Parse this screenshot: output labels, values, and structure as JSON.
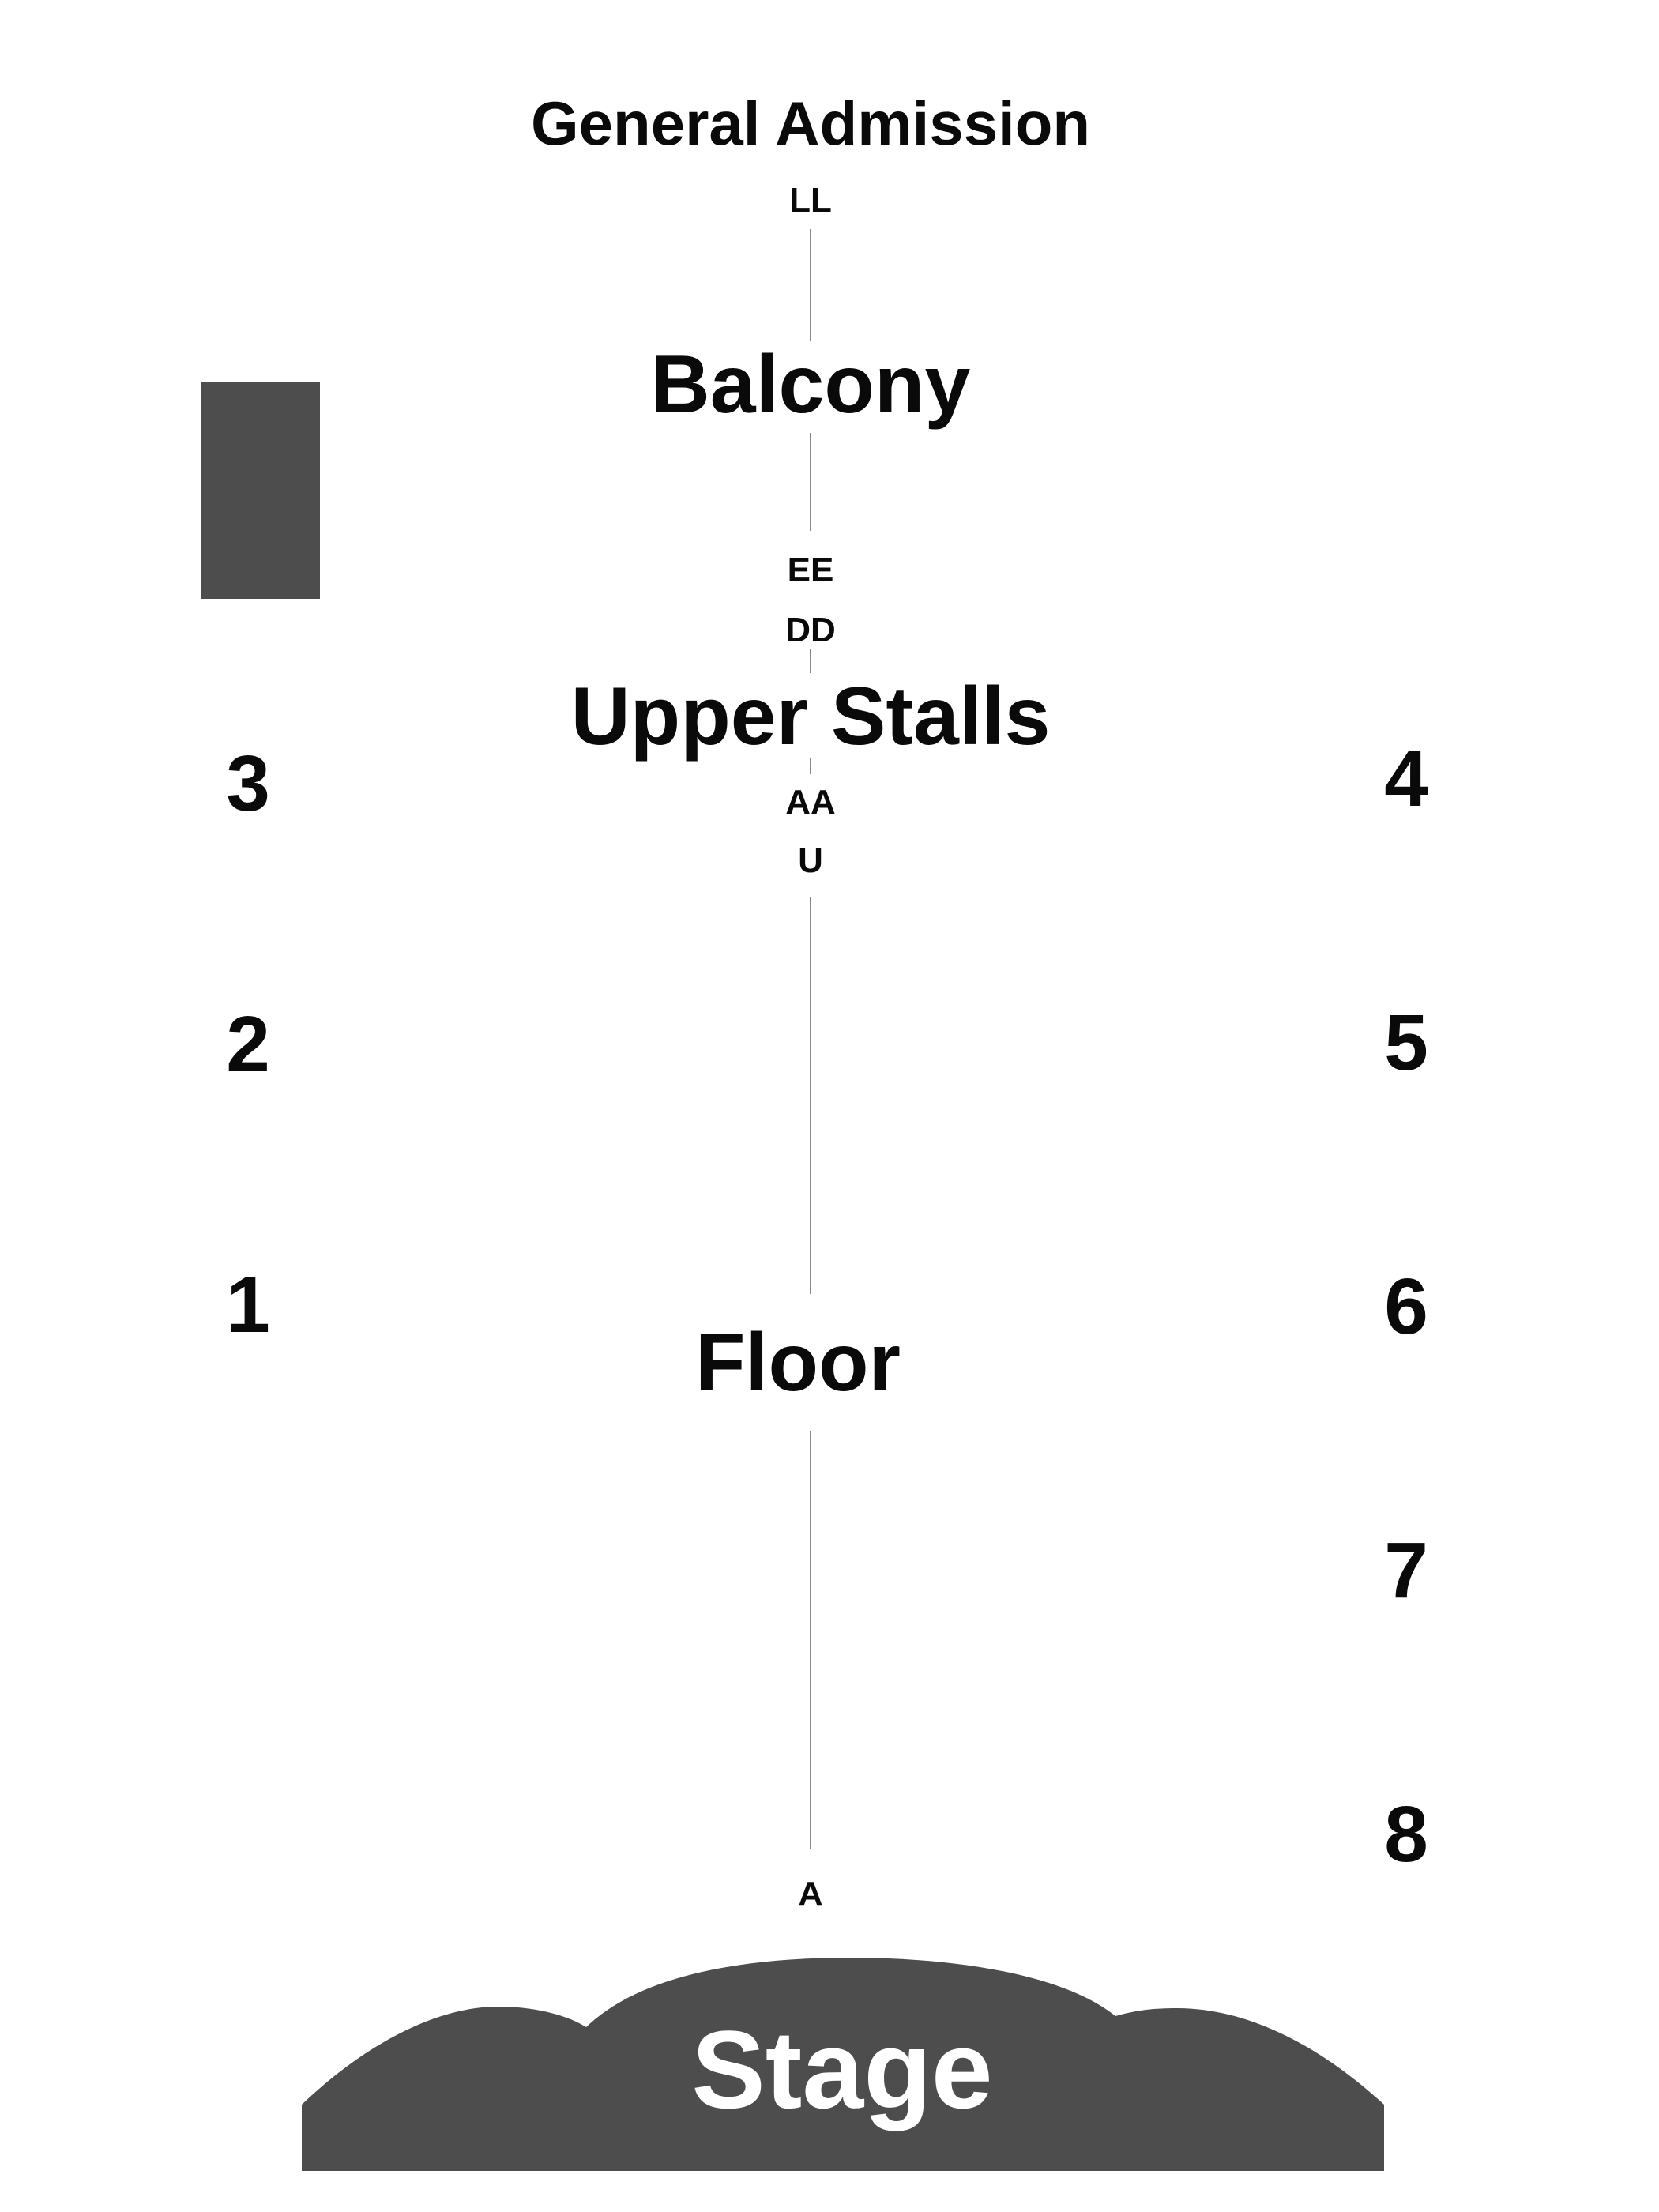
{
  "title": "General Admission",
  "sections": {
    "balcony": "Balcony",
    "upper_stalls": "Upper Stalls",
    "floor": "Floor"
  },
  "rows": {
    "ll": "LL",
    "ee": "EE",
    "dd": "DD",
    "aa": "AA",
    "u": "U",
    "a": "A"
  },
  "left_numbers": [
    "3",
    "2",
    "1"
  ],
  "right_numbers": [
    "4",
    "5",
    "6",
    "7",
    "8"
  ],
  "stage": "Stage",
  "colors": {
    "block": "#4d4d4d",
    "text": "#0a0a0a",
    "stage_text": "#ffffff",
    "aisle": "#8a8a8a"
  }
}
